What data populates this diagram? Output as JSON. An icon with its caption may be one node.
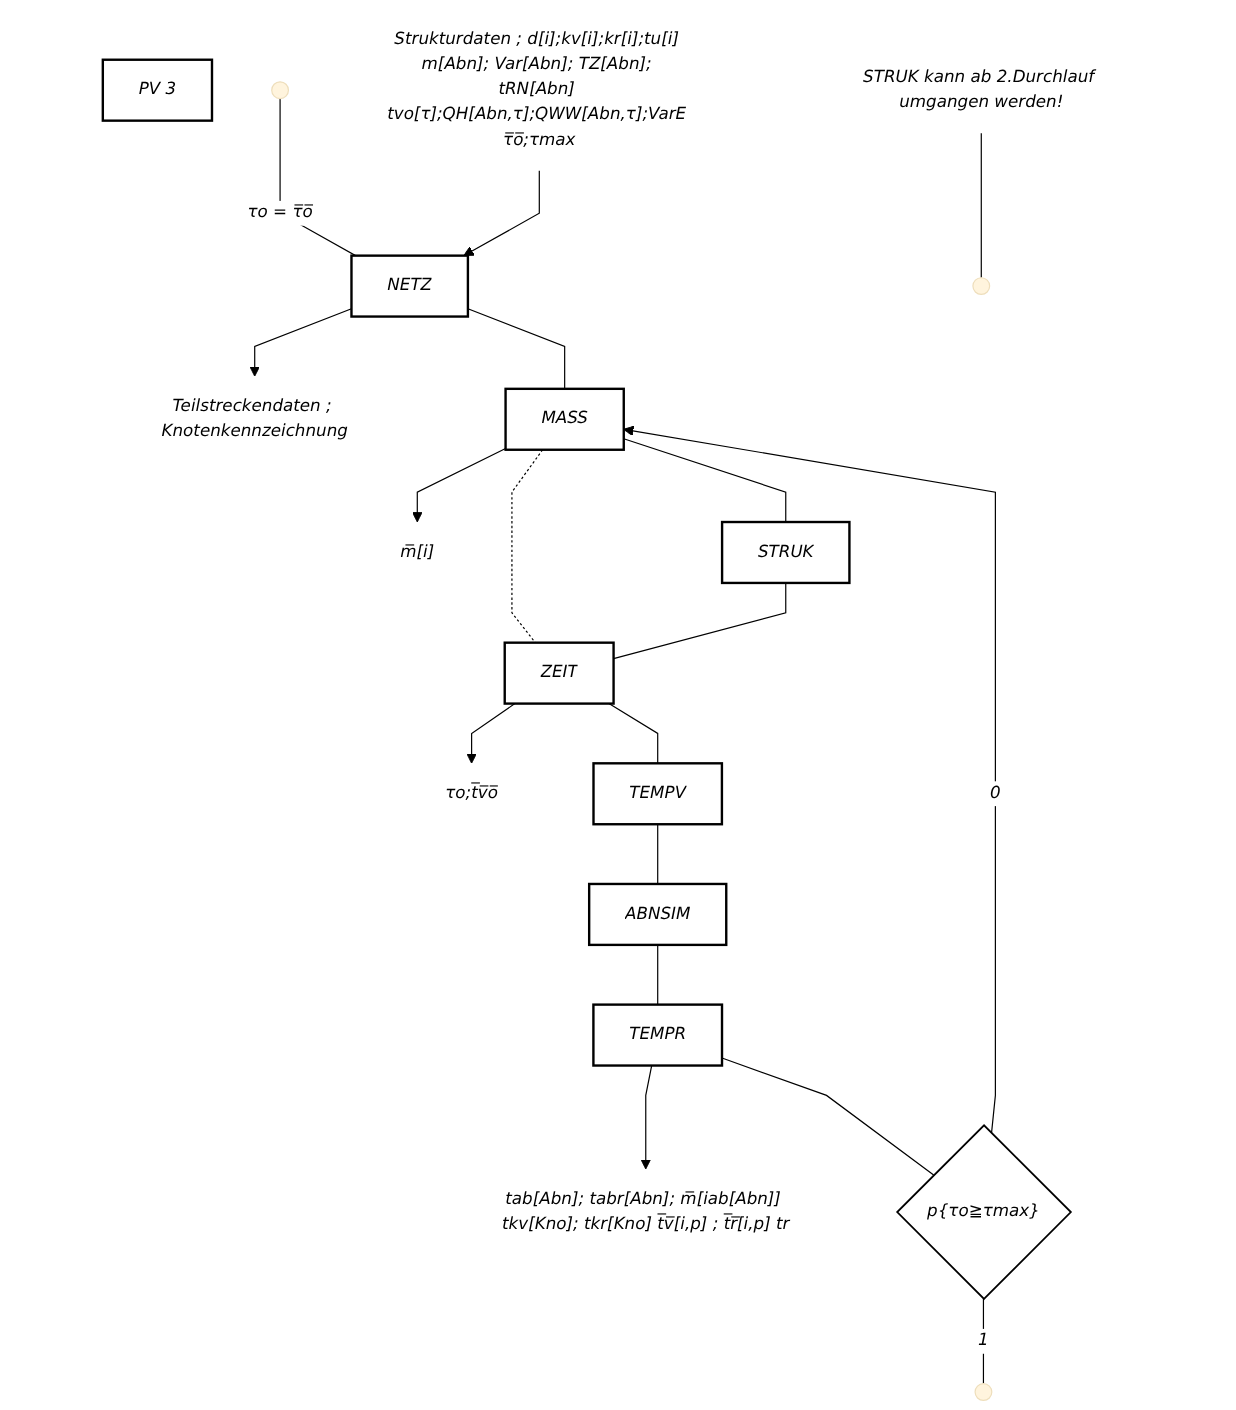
{
  "diagram": {
    "nodes": [
      {
        "text": [
          "PV 3"
        ]
      },
      {
        "text": [
          "Strukturdaten ; d[i];kv[i];kr[i];tu[i] m[Abn]; Var[Abn]; TZ[Abn]; tRN[Abn] tvo[τ];QH[Abn,τ];QWW[Abn,τ];VarE τ̅o̅;τmax"
        ]
      },
      {
        "text": [
          "NETZ"
        ]
      },
      {
        "text": [
          "Teilstreckendaten ; Knotenkennzeichnung"
        ]
      },
      {
        "text": [
          "MASS"
        ]
      },
      {
        "text": [
          "m̅[i]"
        ]
      },
      {
        "text": [
          "STRUK"
        ]
      },
      {
        "text": [
          "STRUK kann ab 2.Durchlauf umgangen werden!"
        ]
      },
      {
        "text": [
          "ZEIT"
        ]
      },
      {
        "text": [
          "τo;t̅v̅o̅"
        ]
      },
      {
        "text": [
          "TEMPV"
        ]
      },
      {
        "text": [
          "ABNSIM"
        ]
      },
      {
        "text": [
          "TEMPR"
        ]
      },
      {
        "text": [
          "tab[Abn]; tabr[Abn]; m̅[iab[Abn]] tkv[Kno]; tkr[Kno] t̅v̅[i,p] ; t̅r̅[i,p] tr"
        ]
      },
      {
        "text": [
          "p{τo≧τmax}"
        ]
      }
    ],
    "edges": [
      {
        "from": null,
        "to": 2,
        "arrow": "none",
        "label": "τo = τ̅o̅"
      },
      {
        "from": 1,
        "to": 2,
        "arrow": "to"
      },
      {
        "from": 2,
        "to": 4,
        "arrow": "none"
      },
      {
        "from": 2,
        "to": 3,
        "arrow": "to"
      },
      {
        "from": 4,
        "to": 6,
        "arrow": "none"
      },
      {
        "from": 4,
        "to": 5,
        "arrow": "to"
      },
      {
        "from": 4,
        "to": 8,
        "arrow": "none",
        "style": "dashed"
      },
      {
        "from": 6,
        "to": 8,
        "arrow": "none"
      },
      {
        "from": 7,
        "to": null,
        "arrow": "none"
      },
      {
        "from": 8,
        "to": 10,
        "arrow": "none"
      },
      {
        "from": 8,
        "to": 9,
        "arrow": "to"
      },
      {
        "from": 10,
        "to": 11,
        "arrow": "none"
      },
      {
        "from": 11,
        "to": 12,
        "arrow": "none"
      },
      {
        "from": 12,
        "to": 14,
        "arrow": "none"
      },
      {
        "from": 12,
        "to": 13,
        "arrow": "to"
      },
      {
        "from": 14,
        "to": 4,
        "arrow": "to",
        "label": "0"
      },
      {
        "from": 14,
        "to": null,
        "arrow": "none",
        "label": "1"
      }
    ]
  }
}
